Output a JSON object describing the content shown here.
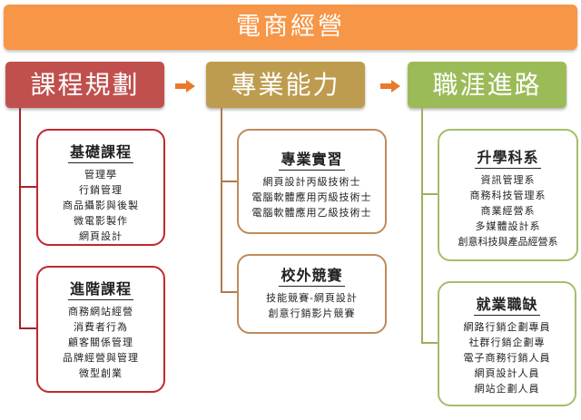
{
  "title": "電商經營",
  "colors": {
    "banner": "#F79646",
    "course": "#C0504D",
    "skill": "#BE9C4F",
    "career": "#9BBB59",
    "arrow": "#E97A2A"
  },
  "columns": [
    {
      "header": "課程規劃",
      "boxes": [
        {
          "title": "基礎課程",
          "items": [
            "管理學",
            "行銷管理",
            "商品攝影與後製",
            "微電影製作",
            "網頁設計"
          ]
        },
        {
          "title": "進階課程",
          "items": [
            "商務網站經營",
            "消費者行為",
            "顧客關係管理",
            "品牌經營與管理",
            "微型創業"
          ]
        }
      ]
    },
    {
      "header": "專業能力",
      "boxes": [
        {
          "title": "專業實習",
          "items": [
            "網頁設計丙級技術士",
            "電腦軟體應用丙級技術士",
            "電腦軟體應用乙級技術士"
          ]
        },
        {
          "title": "校外競賽",
          "items": [
            "技能競賽-網頁設計",
            "創意行銷影片競賽"
          ]
        }
      ]
    },
    {
      "header": "職涯進路",
      "boxes": [
        {
          "title": "升學科系",
          "items": [
            "資訊管理系",
            "商務科技管理系",
            "商業經營系",
            "多媒體設計系",
            "創意科技與產品經營系"
          ]
        },
        {
          "title": "就業職缺",
          "items": [
            "網路行銷企劃專員",
            "社群行銷企劃專",
            "電子商務行銷人員",
            "網頁設計人員",
            "網站企劃人員"
          ]
        }
      ]
    }
  ]
}
